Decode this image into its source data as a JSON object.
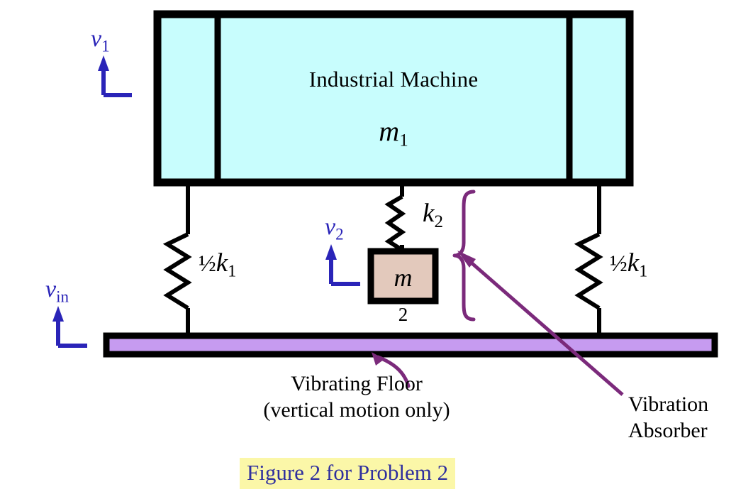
{
  "figure": {
    "caption": "Figure 2 for Problem 2",
    "caption_text_color": "#2f2f9e",
    "caption_highlight_color": "#fbf7a8",
    "background_color": "#ffffff"
  },
  "machine": {
    "title": "Industrial Machine",
    "mass_symbol": "m",
    "mass_subscript": "1",
    "fill_color": "#c8fdfd",
    "stroke_color": "#000000"
  },
  "springs": {
    "left": {
      "label_fraction": "½",
      "label_symbol": "k",
      "label_subscript": "1"
    },
    "right": {
      "label_fraction": "½",
      "label_symbol": "k",
      "label_subscript": "1"
    },
    "absorber": {
      "label_symbol": "k",
      "label_subscript": "2"
    }
  },
  "absorber_mass": {
    "symbol": "m",
    "subscript": "2",
    "fill_color": "#e3c9bc",
    "stroke_color": "#000000"
  },
  "floor": {
    "fill_color": "#c69bf0",
    "stroke_color": "#000000"
  },
  "velocities": {
    "machine": {
      "symbol": "v",
      "subscript": "1"
    },
    "absorber": {
      "symbol": "v",
      "subscript": "2"
    },
    "input": {
      "symbol": "v",
      "subscript": "in"
    },
    "arrow_color": "#2a24b8"
  },
  "annotations": {
    "floor_line1": "Vibrating Floor",
    "floor_line2": "(vertical motion only)",
    "absorber_line1": "Vibration",
    "absorber_line2": "Absorber",
    "pointer_color": "#7b2a7b"
  }
}
